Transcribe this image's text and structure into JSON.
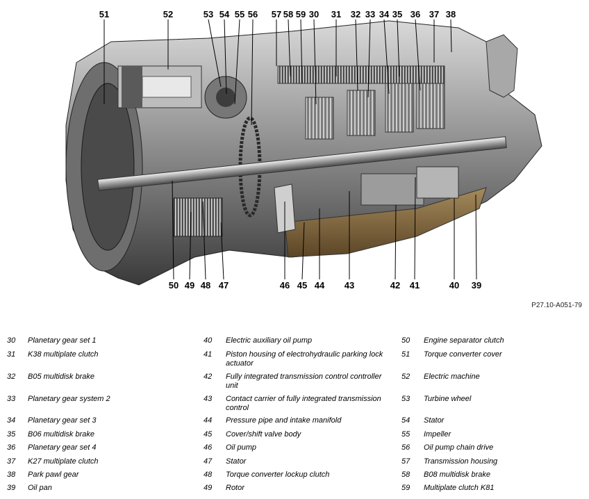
{
  "callouts": [
    "51",
    "52",
    "53",
    "54",
    "55",
    "56",
    "57",
    "58",
    "59",
    "30",
    "31",
    "32",
    "33",
    "34",
    "35",
    "36",
    "37",
    "38",
    "50",
    "49",
    "48",
    "47",
    "46",
    "45",
    "44",
    "43",
    "42",
    "41",
    "40",
    "39"
  ],
  "reference_code": "P27.10-A051-79",
  "legend": {
    "col1": [
      {
        "num": "30",
        "text": "Planetary gear set 1"
      },
      {
        "num": "31",
        "text": "K38 multiplate clutch"
      },
      {
        "num": "32",
        "text": "B05 multidisk brake"
      },
      {
        "num": "33",
        "text": "Planetary gear system 2"
      },
      {
        "num": "34",
        "text": "Planetary gear set 3"
      },
      {
        "num": "35",
        "text": "B06 multidisk brake"
      },
      {
        "num": "36",
        "text": "Planetary gear set 4"
      },
      {
        "num": "37",
        "text": "K27 multiplate clutch"
      },
      {
        "num": "38",
        "text": "Park pawl gear"
      },
      {
        "num": "39",
        "text": "Oil pan"
      }
    ],
    "col2": [
      {
        "num": "40",
        "text": "Electric auxiliary oil pump"
      },
      {
        "num": "41",
        "text": "Piston housing of electrohydraulic parking lock actuator"
      },
      {
        "num": "42",
        "text": "Fully integrated transmission control controller unit"
      },
      {
        "num": "43",
        "text": "Contact carrier of fully integrated transmission control"
      },
      {
        "num": "44",
        "text": "Pressure pipe and intake manifold"
      },
      {
        "num": "45",
        "text": "Cover/shift valve body"
      },
      {
        "num": "46",
        "text": "Oil pump"
      },
      {
        "num": "47",
        "text": "Stator"
      },
      {
        "num": "48",
        "text": "Torque converter lockup clutch"
      },
      {
        "num": "49",
        "text": "Rotor"
      }
    ],
    "col3": [
      {
        "num": "50",
        "text": "Engine separator clutch"
      },
      {
        "num": "51",
        "text": "Torque converter cover"
      },
      {
        "num": "52",
        "text": "Electric machine"
      },
      {
        "num": "53",
        "text": "Turbine wheel"
      },
      {
        "num": "54",
        "text": "Stator"
      },
      {
        "num": "55",
        "text": "Impeller"
      },
      {
        "num": "56",
        "text": "Oil pump chain drive"
      },
      {
        "num": "57",
        "text": "Transmission housing"
      },
      {
        "num": "58",
        "text": "B08 multidisk brake"
      },
      {
        "num": "59",
        "text": "Multiplate clutch K81"
      }
    ]
  }
}
